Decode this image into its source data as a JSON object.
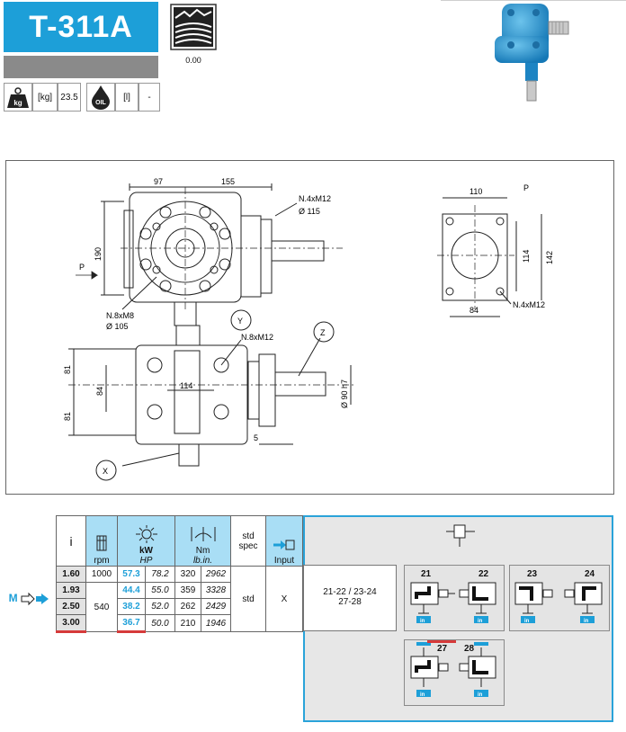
{
  "header": {
    "model": "T-311A",
    "lubrication_value": "0.00",
    "weight_unit": "[kg]",
    "weight_value": "23.5",
    "kg_label": "kg",
    "oil_label": "OIL",
    "oil_unit": "[l]",
    "oil_value": "-"
  },
  "drawing": {
    "dim_97": "97",
    "dim_155": "155",
    "holes_flange": "N.4xM12",
    "dia_115": "Ø 115",
    "dim_190": "190",
    "eq": "=",
    "label_p": "P",
    "holes_m8": "N.8xM8",
    "dia_105": "Ø 105",
    "label_y": "Y",
    "label_z": "Z",
    "label_x": "X",
    "holes_m12": "N.8xM12",
    "dim_81a": "81",
    "dim_81b": "81",
    "dim_84": "84",
    "dim_114": "114",
    "dia_90": "Ø 90 h7",
    "dim_5": "5",
    "side_110": "110",
    "side_114": "114",
    "side_142": "142",
    "side_84": "84",
    "side_holes": "N.4xM12"
  },
  "table": {
    "headers": {
      "i": "i",
      "rpm": "rpm",
      "kw": "kW",
      "hp": "HP",
      "nm": "Nm",
      "lbin": "lb.in.",
      "std_spec": "std spec",
      "input": "Input"
    },
    "rows": [
      {
        "i": "1.60",
        "rpm": "1000",
        "kw": "57.3",
        "hp": "78.2",
        "nm": "320",
        "lbin": "2962"
      },
      {
        "i": "1.93",
        "rpm": "",
        "kw": "44.4",
        "hp": "55.0",
        "nm": "359",
        "lbin": "3328"
      },
      {
        "i": "2.50",
        "rpm": "540",
        "kw": "38.2",
        "hp": "52.0",
        "nm": "262",
        "lbin": "2429"
      },
      {
        "i": "3.00",
        "rpm": "",
        "kw": "36.7",
        "hp": "50.0",
        "nm": "210",
        "lbin": "1946"
      }
    ],
    "std": "std",
    "input_value": "X",
    "m_label": "M",
    "config_codes": "21-22 / 23-24",
    "config_codes2": "27-28",
    "configs": [
      "21",
      "22",
      "23",
      "24",
      "27",
      "28"
    ],
    "in_label": "in"
  }
}
